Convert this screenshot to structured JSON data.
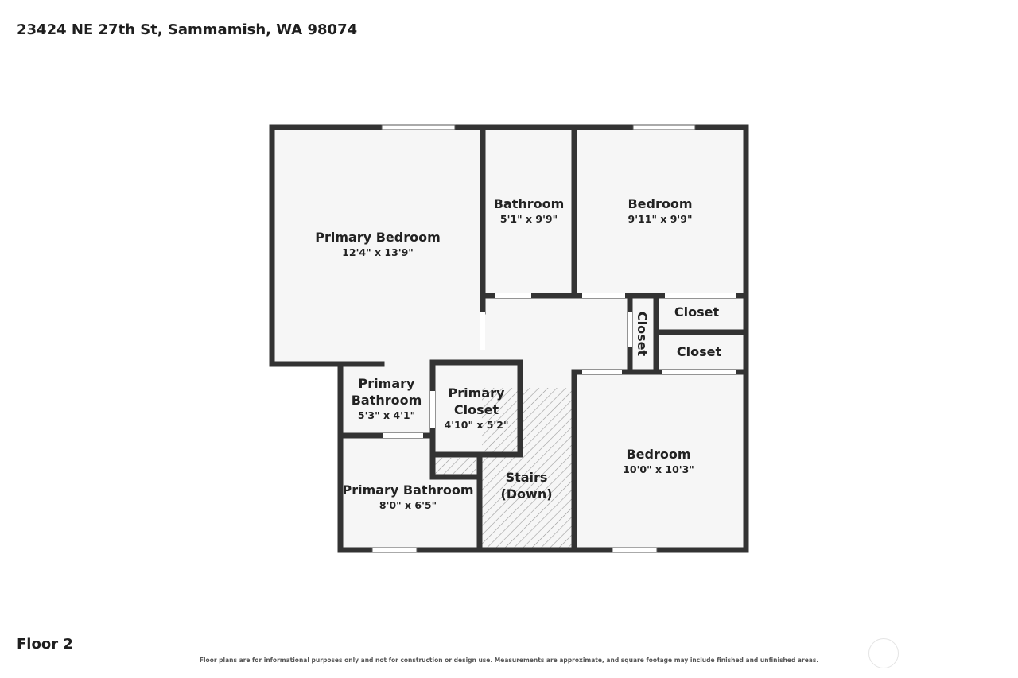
{
  "header": {
    "address": "23424 NE 27th St, Sammamish, WA 98074"
  },
  "footer": {
    "floor_label": "Floor 2",
    "disclaimer": "Floor plans are for informational purposes only and not for construction or design use. Measurements are approximate, and square footage may include finished and unfinished areas."
  },
  "rooms": {
    "primary_bedroom": {
      "name": "Primary Bedroom",
      "dims": "12'4\" x 13'9\""
    },
    "bathroom": {
      "name": "Bathroom",
      "dims": "5'1\" x 9'9\""
    },
    "bedroom_top": {
      "name": "Bedroom",
      "dims": "9'11\" x 9'9\""
    },
    "closet_vertical": {
      "name": "Closet"
    },
    "closet_upper": {
      "name": "Closet"
    },
    "closet_lower": {
      "name": "Closet"
    },
    "primary_bathroom_small": {
      "name_line1": "Primary",
      "name_line2": "Bathroom",
      "dims": "5'3\" x 4'1\""
    },
    "primary_closet": {
      "name_line1": "Primary",
      "name_line2": "Closet",
      "dims": "4'10\" x 5'2\""
    },
    "stairs": {
      "name_line1": "Stairs",
      "name_line2": "(Down)"
    },
    "bedroom_bottom": {
      "name": "Bedroom",
      "dims": "10'0\" x 10'3\""
    },
    "primary_bathroom_large": {
      "name": "Primary Bathroom",
      "dims": "8'0\" x 6'5\""
    }
  },
  "colors": {
    "wall": "#333333",
    "floor": "#f6f6f6",
    "window": "#ffffff",
    "hatch": "#9a9a9a"
  }
}
